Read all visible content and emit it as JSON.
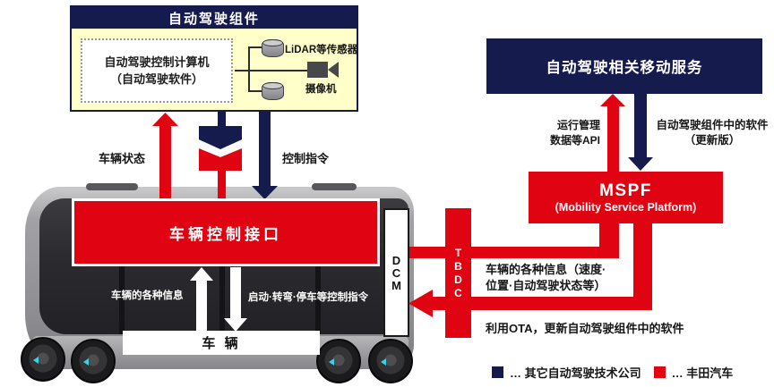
{
  "colors": {
    "toyota_red": "#e00412",
    "other_company_navy": "#151b4d",
    "kit_yellow": "#ffffc9",
    "wheel_accent_cyan": "#3bd2e2"
  },
  "adk_box": {
    "title": "自动驾驶组件",
    "computer": {
      "line1": "自动驾驶控制计算机",
      "line2": "（自动驾驶软件）"
    },
    "lidar_label": "LiDAR等传感器",
    "camera_label": "摄像机"
  },
  "kit_vehicle_flows": {
    "up_label": "车辆状态",
    "down_label": "控制指令"
  },
  "vehicle": {
    "interface_label": "车辆控制接口",
    "up_label": "车辆的各种信息",
    "down_label": "启动·转弯·停车等控制指令",
    "body_label": "车 辆",
    "dcm_letters": [
      "D",
      "C",
      "M"
    ]
  },
  "tbdc_letters": [
    "T",
    "B",
    "D",
    "C"
  ],
  "service_box": {
    "title": "自动驾驶相关移动服务"
  },
  "mspf_box": {
    "title": "MSPF",
    "subtitle": "(Mobility Service Platform)"
  },
  "service_mspf_flows": {
    "api_line1": "运行管理",
    "api_line2": "数据等API",
    "software_line1": "自动驾驶组件中的软件",
    "software_line2": "（更新版）"
  },
  "mspf_vehicle_flows": {
    "info_line1": "车辆的各种信息（速度·",
    "info_line2": "位置·自动驾驶状态等）",
    "ota_label": "利用OTA，更新自动驾驶组件中的软件"
  },
  "legend": {
    "items": [
      {
        "color": "#151b4d",
        "label": "… 其它自动驾驶技术公司"
      },
      {
        "color": "#e00412",
        "label": "… 丰田汽车"
      }
    ]
  }
}
